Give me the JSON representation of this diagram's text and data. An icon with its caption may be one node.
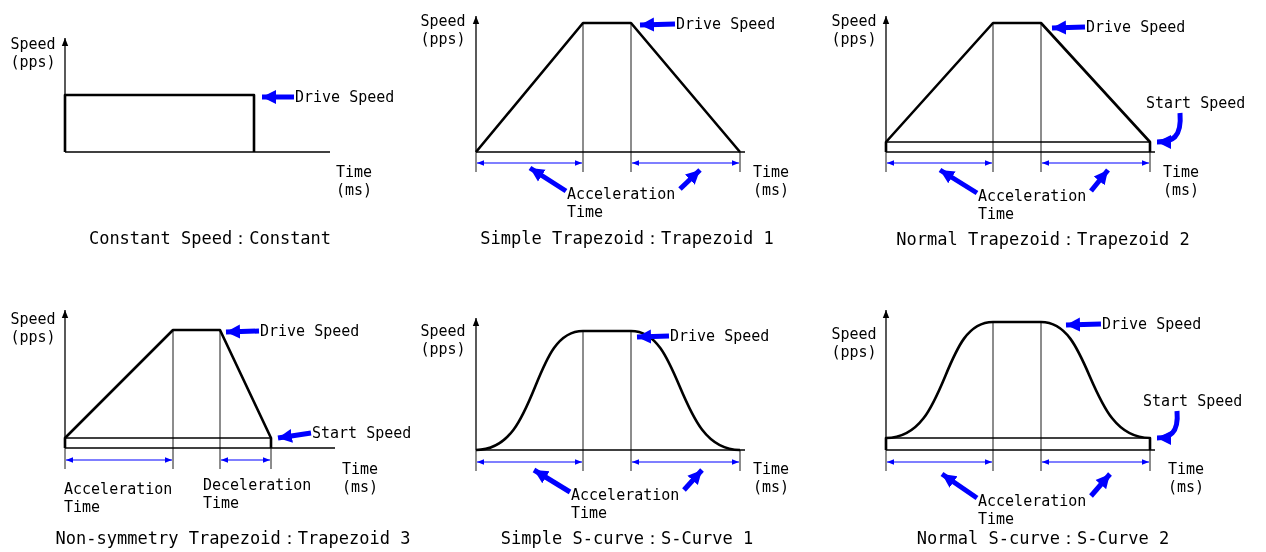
{
  "diagram": {
    "nodes": [
      {
        "text": [],
        "shape": "picture"
      },
      {
        "text": [
          "Drive Speed"
        ]
      },
      {
        "text": [],
        "shape": "picture"
      },
      {
        "text": [
          "Drive Speed"
        ]
      },
      {
        "text": [
          "Acceleration Time"
        ]
      },
      {
        "text": [],
        "shape": "picture"
      },
      {
        "text": [
          "Drive Speed"
        ]
      },
      {
        "text": [
          "Start Speed"
        ]
      },
      {
        "text": [
          "Acceleration Time"
        ]
      },
      {
        "text": [],
        "shape": "picture"
      },
      {
        "text": [
          "Drive Speed"
        ]
      },
      {
        "text": [
          "Start Speed"
        ]
      },
      {
        "text": [],
        "shape": "picture"
      },
      {
        "text": [
          "Drive Speed"
        ]
      },
      {
        "text": [
          "Acceleration Time"
        ]
      },
      {
        "text": [],
        "shape": "picture"
      },
      {
        "text": [
          "Drive Speed"
        ]
      },
      {
        "text": [
          "Start Speed"
        ]
      },
      {
        "text": [
          "Acceleration Time"
        ]
      }
    ],
    "edges": [
      {
        "from": 1,
        "to": 0,
        "arrow": "to"
      },
      {
        "from": 3,
        "to": 2,
        "arrow": "to"
      },
      {
        "from": 4,
        "to": 2,
        "arrow": "to"
      },
      {
        "from": 4,
        "to": 2,
        "arrow": "to"
      },
      {
        "from": 6,
        "to": 5,
        "arrow": "to"
      },
      {
        "from": 7,
        "to": 5,
        "arrow": "to"
      },
      {
        "from": 8,
        "to": 5,
        "arrow": "to"
      },
      {
        "from": 8,
        "to": 5,
        "arrow": "to"
      },
      {
        "from": 10,
        "to": 9,
        "arrow": "to"
      },
      {
        "from": 11,
        "to": 9,
        "arrow": "to"
      },
      {
        "from": 13,
        "to": 12,
        "arrow": "to"
      },
      {
        "from": 14,
        "to": 12,
        "arrow": "to"
      },
      {
        "from": 14,
        "to": 12,
        "arrow": "to"
      },
      {
        "from": 16,
        "to": 15,
        "arrow": "to"
      },
      {
        "from": 17,
        "to": 15,
        "arrow": "to"
      },
      {
        "from": 18,
        "to": 15,
        "arrow": "to"
      },
      {
        "from": 18,
        "to": 15,
        "arrow": "to"
      }
    ],
    "labels": [
      "Speed (pps)",
      "Time (ms)",
      "Constant Speed：Constant",
      "Speed (pps)",
      "Time (ms)",
      "Simple Trapezoid：Trapezoid 1",
      "Speed (pps)",
      "Time (ms)",
      "Normal Trapezoid：Trapezoid 2",
      "Speed (pps)",
      "Time (ms)",
      "Acceleration Time",
      "Deceleration Time",
      "Non-symmetry Trapezoid：Trapezoid 3",
      "Speed (pps)",
      "Time (ms)",
      "Simple S-curve：S-Curve 1",
      "Speed (pps)",
      "Time (ms)",
      "Normal S-curve：S-Curve 2"
    ]
  }
}
